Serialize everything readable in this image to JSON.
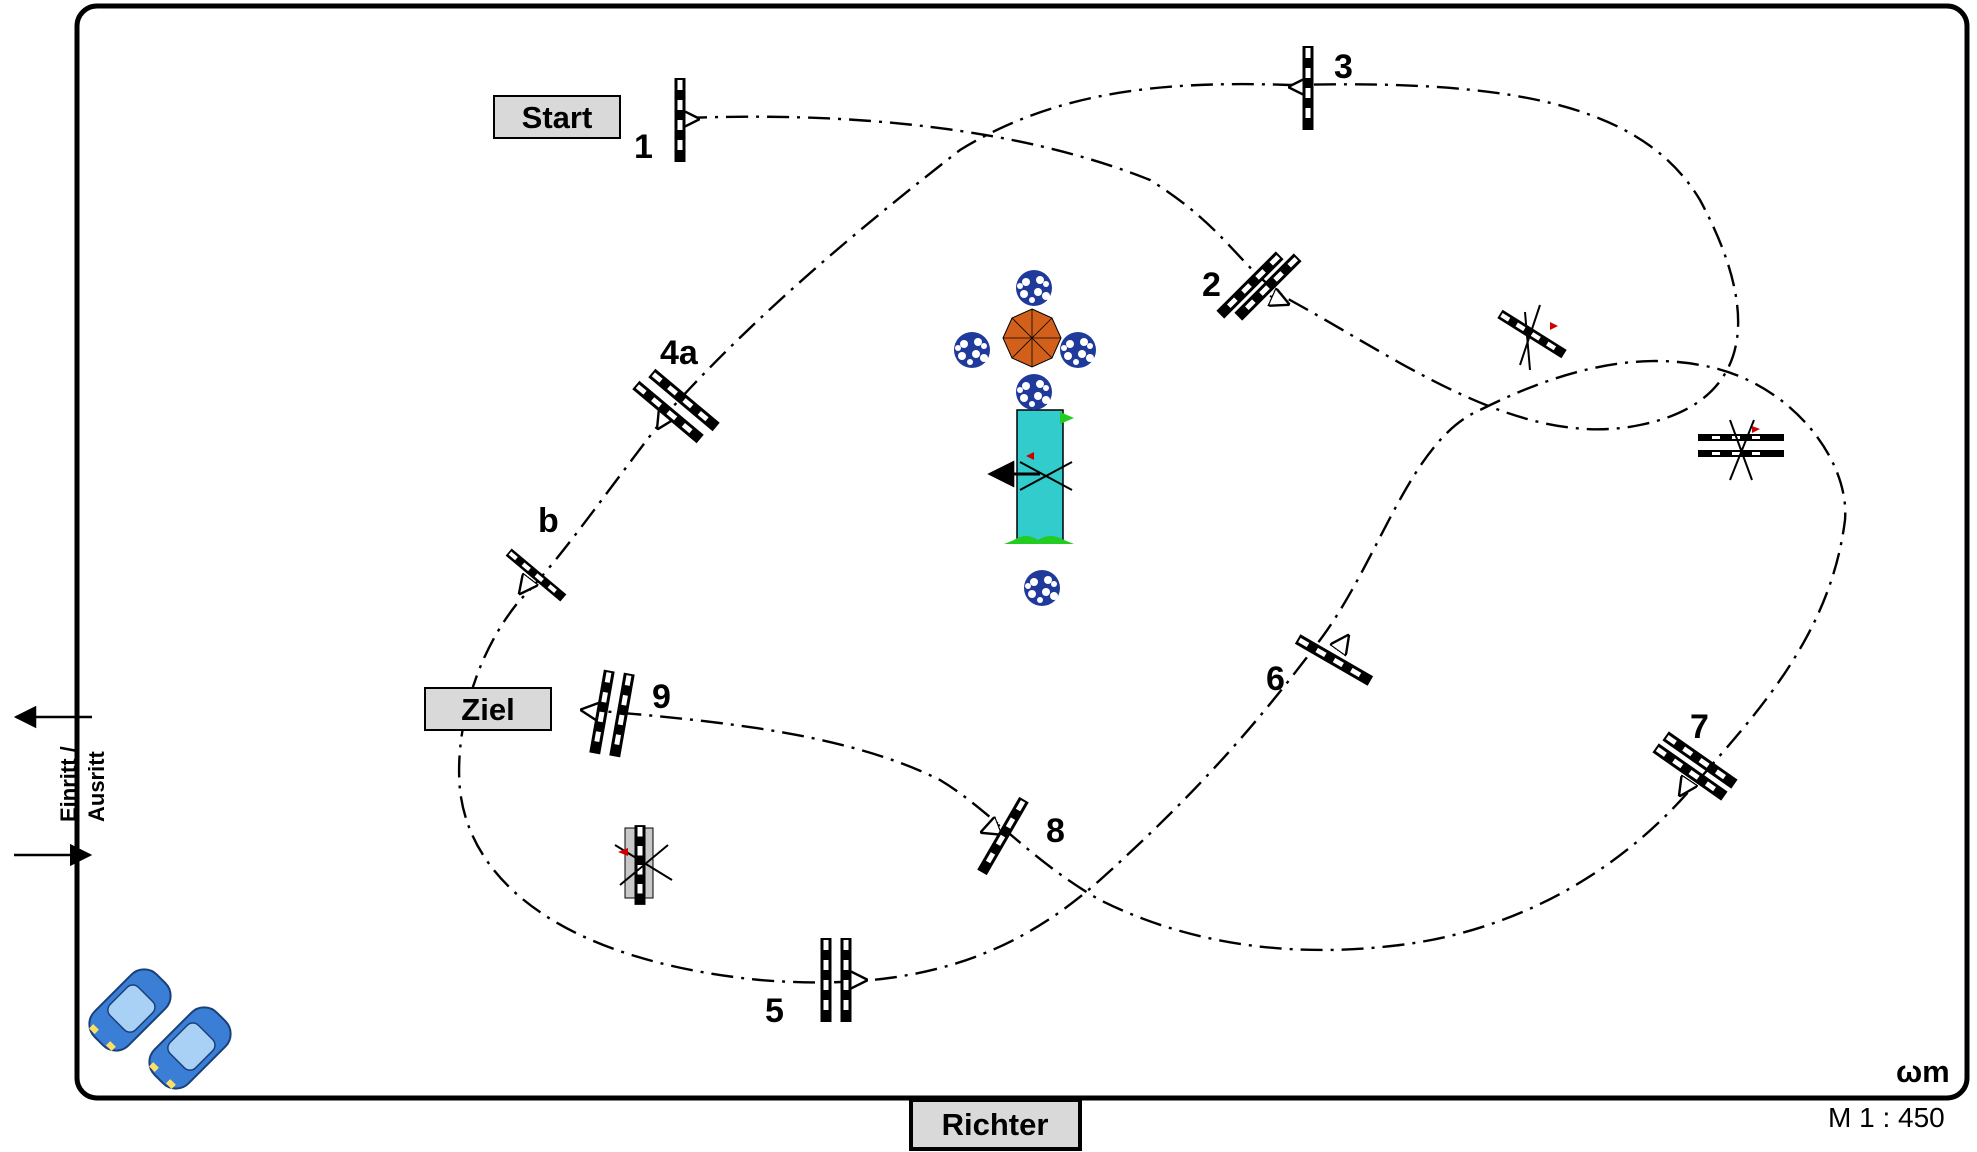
{
  "labels": {
    "start": "Start",
    "ziel": "Ziel",
    "richter": "Richter",
    "entrance": "Einritt /",
    "exit": "Ausritt",
    "scale": "M 1 : 450",
    "designer_mark": "ωm"
  },
  "obstacles": [
    {
      "id": "1",
      "label": "1"
    },
    {
      "id": "2",
      "label": "2"
    },
    {
      "id": "3",
      "label": "3"
    },
    {
      "id": "4a",
      "label": "4a"
    },
    {
      "id": "b",
      "label": "b"
    },
    {
      "id": "5",
      "label": "5"
    },
    {
      "id": "6",
      "label": "6"
    },
    {
      "id": "7",
      "label": "7"
    },
    {
      "id": "8",
      "label": "8"
    },
    {
      "id": "9",
      "label": "9"
    }
  ],
  "colors": {
    "border": "#000000",
    "label_box": "#d9d9d9",
    "water_tray": "#33cccc",
    "umbrella": "#d2601a",
    "flowers": "#1f3a9a",
    "grass": "#22cc22",
    "flag": "#cc0000",
    "car": "#3a7fd5"
  },
  "icons": [
    "arrow-in-icon",
    "arrow-out-icon",
    "car-icon",
    "umbrella-icon",
    "flower-pot-icon",
    "flag-icon"
  ]
}
